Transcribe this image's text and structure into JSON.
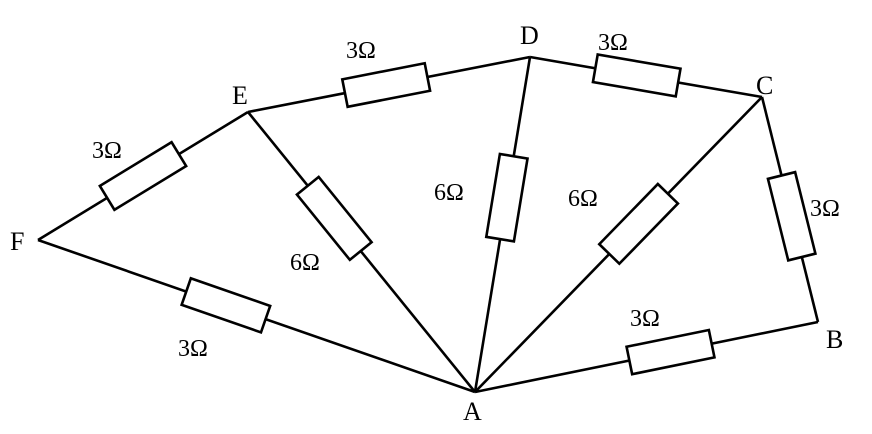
{
  "nodes": {
    "A": "A",
    "B": "B",
    "C": "C",
    "D": "D",
    "E": "E",
    "F": "F"
  },
  "resistors": {
    "FE": "3Ω",
    "ED": "3Ω",
    "DC": "3Ω",
    "CB": "3Ω",
    "AB": "3Ω",
    "FA": "3Ω",
    "EA": "6Ω",
    "DA": "6Ω",
    "CA": "6Ω"
  }
}
